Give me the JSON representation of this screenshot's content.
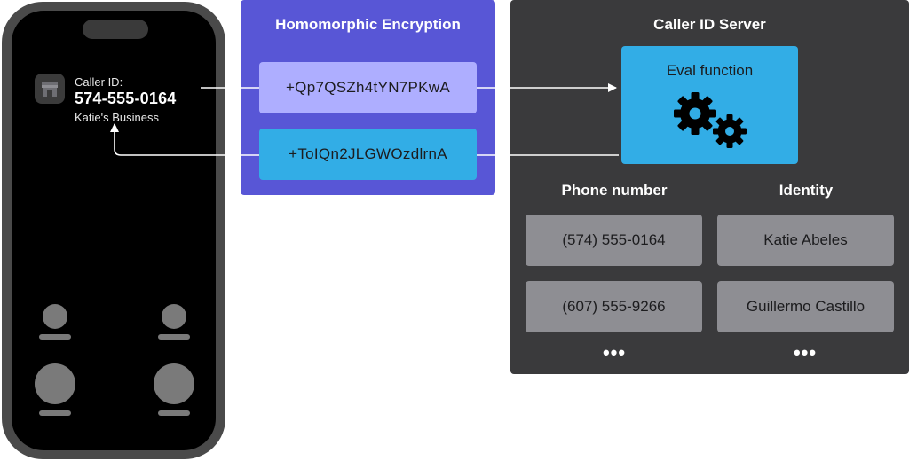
{
  "phone": {
    "caller_label": "Caller ID:",
    "caller_number": "574-555-0164",
    "caller_name": "Katie's Business",
    "icons": [
      "storefront-icon"
    ]
  },
  "encryption": {
    "title": "Homomorphic Encryption",
    "query_cipher": "+Qp7QSZh4tYN7PKwA",
    "response_cipher": "+ToIQn2JLGWOzdlrnA"
  },
  "server": {
    "title": "Caller ID Server",
    "eval_label": "Eval function",
    "columns": [
      "Phone number",
      "Identity"
    ],
    "rows": [
      {
        "phone": "(574) 555-0164",
        "identity": "Katie Abeles"
      },
      {
        "phone": "(607) 555-9266",
        "identity": "Guillermo Castillo"
      }
    ],
    "more_indicator": "•••"
  },
  "colors": {
    "encryption_panel": "#5856d6",
    "query_box": "#aeaeff",
    "response_box": "#32ade6",
    "server_panel": "#3a3a3c",
    "eval_box": "#32ade6",
    "cell": "#8e8e93"
  }
}
